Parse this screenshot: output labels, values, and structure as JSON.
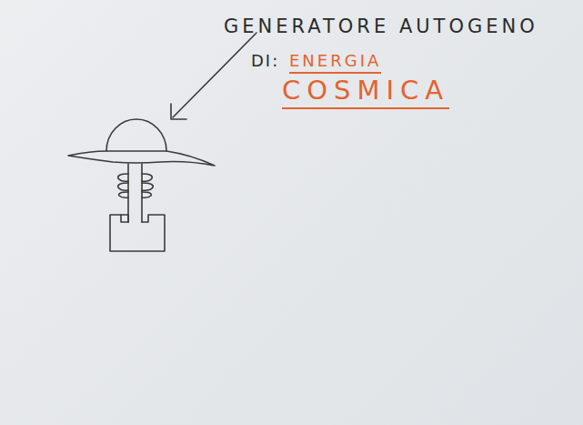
{
  "diagram": {
    "labels": [
      "GENERATORE AUTOGENO",
      "DI:",
      "ENERGIA",
      "COSMICA"
    ]
  }
}
